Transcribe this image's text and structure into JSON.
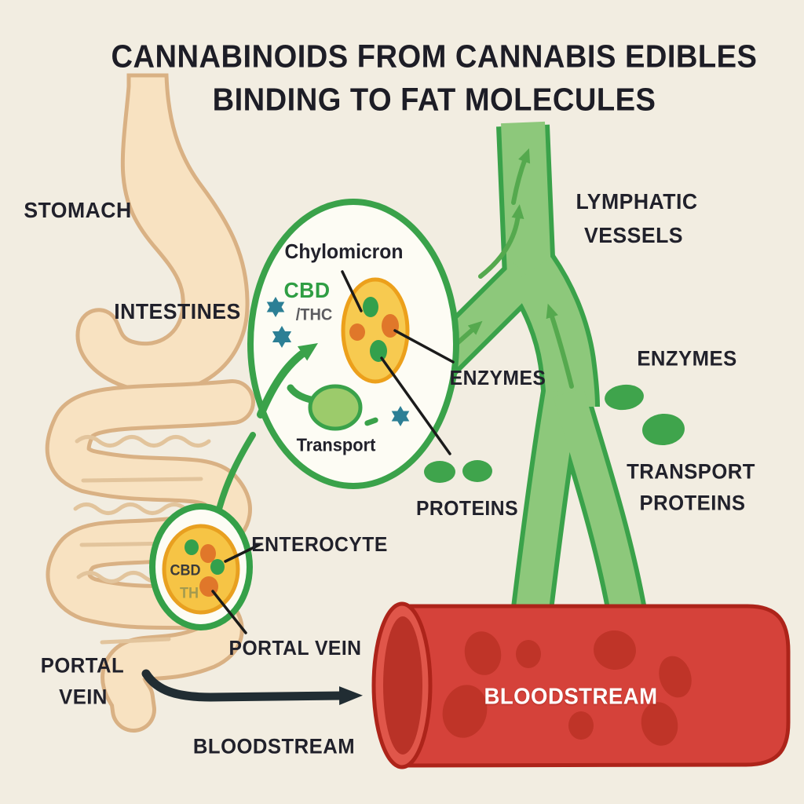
{
  "title": {
    "line1": "CANNABINOIDS FROM CANNABIS EDIBLES",
    "line2": "BINDING TO FAT MOLECULES"
  },
  "labels": {
    "stomach": "STOMACH",
    "intestines": "INTESTINES",
    "lymphatic_line1": "LYMPHATIC",
    "lymphatic_line2": "VESSELS",
    "enzymes_right": "ENZYMES",
    "transport_right_line1": "TRANSPORT",
    "transport_right_line2": "PROTEINS",
    "enzymes_mid": "ENZYMES",
    "proteins_mid": "PROTEINS",
    "enterocyte": "ENTEROCYTE",
    "portal_vein_mid": "PORTAL VEIN",
    "portal_left_line1": "PORTAL",
    "portal_left_line2": "VEIN",
    "bloodstream_caption": "BLOODSTREAM",
    "bloodstream_tube": "BLOODSTREAM",
    "chylomicron": "Chylomicron",
    "cbd": "CBD",
    "thc": "/THC",
    "transport_inner": "Transport",
    "enterocyte_cbd": "CBD",
    "enterocyte_th": "TH"
  },
  "colors": {
    "background": "#f2ede1",
    "text_dark": "#21212b",
    "accent_green": "#3aa24a",
    "vessel_fill": "#8dc87b",
    "vessel_arrow_green": "#55a94e",
    "organ_fill": "#f8e2c1",
    "organ_outline": "#d9b184",
    "chylomicron_fill": "#f7ca50",
    "chylomicron_border": "#eca01b",
    "dot_green": "#33a04c",
    "dot_orange": "#e0772a",
    "star_teal": "#2c7f95",
    "cbd_green": "#2f9e44",
    "thc_gray": "#5c5c60",
    "th_olive": "#a39a4f",
    "blood_red": "#d5423a",
    "blood_cell_dark": "#bf3428",
    "blood_border": "#ad241a",
    "flow_arrow_black": "#212d33"
  }
}
